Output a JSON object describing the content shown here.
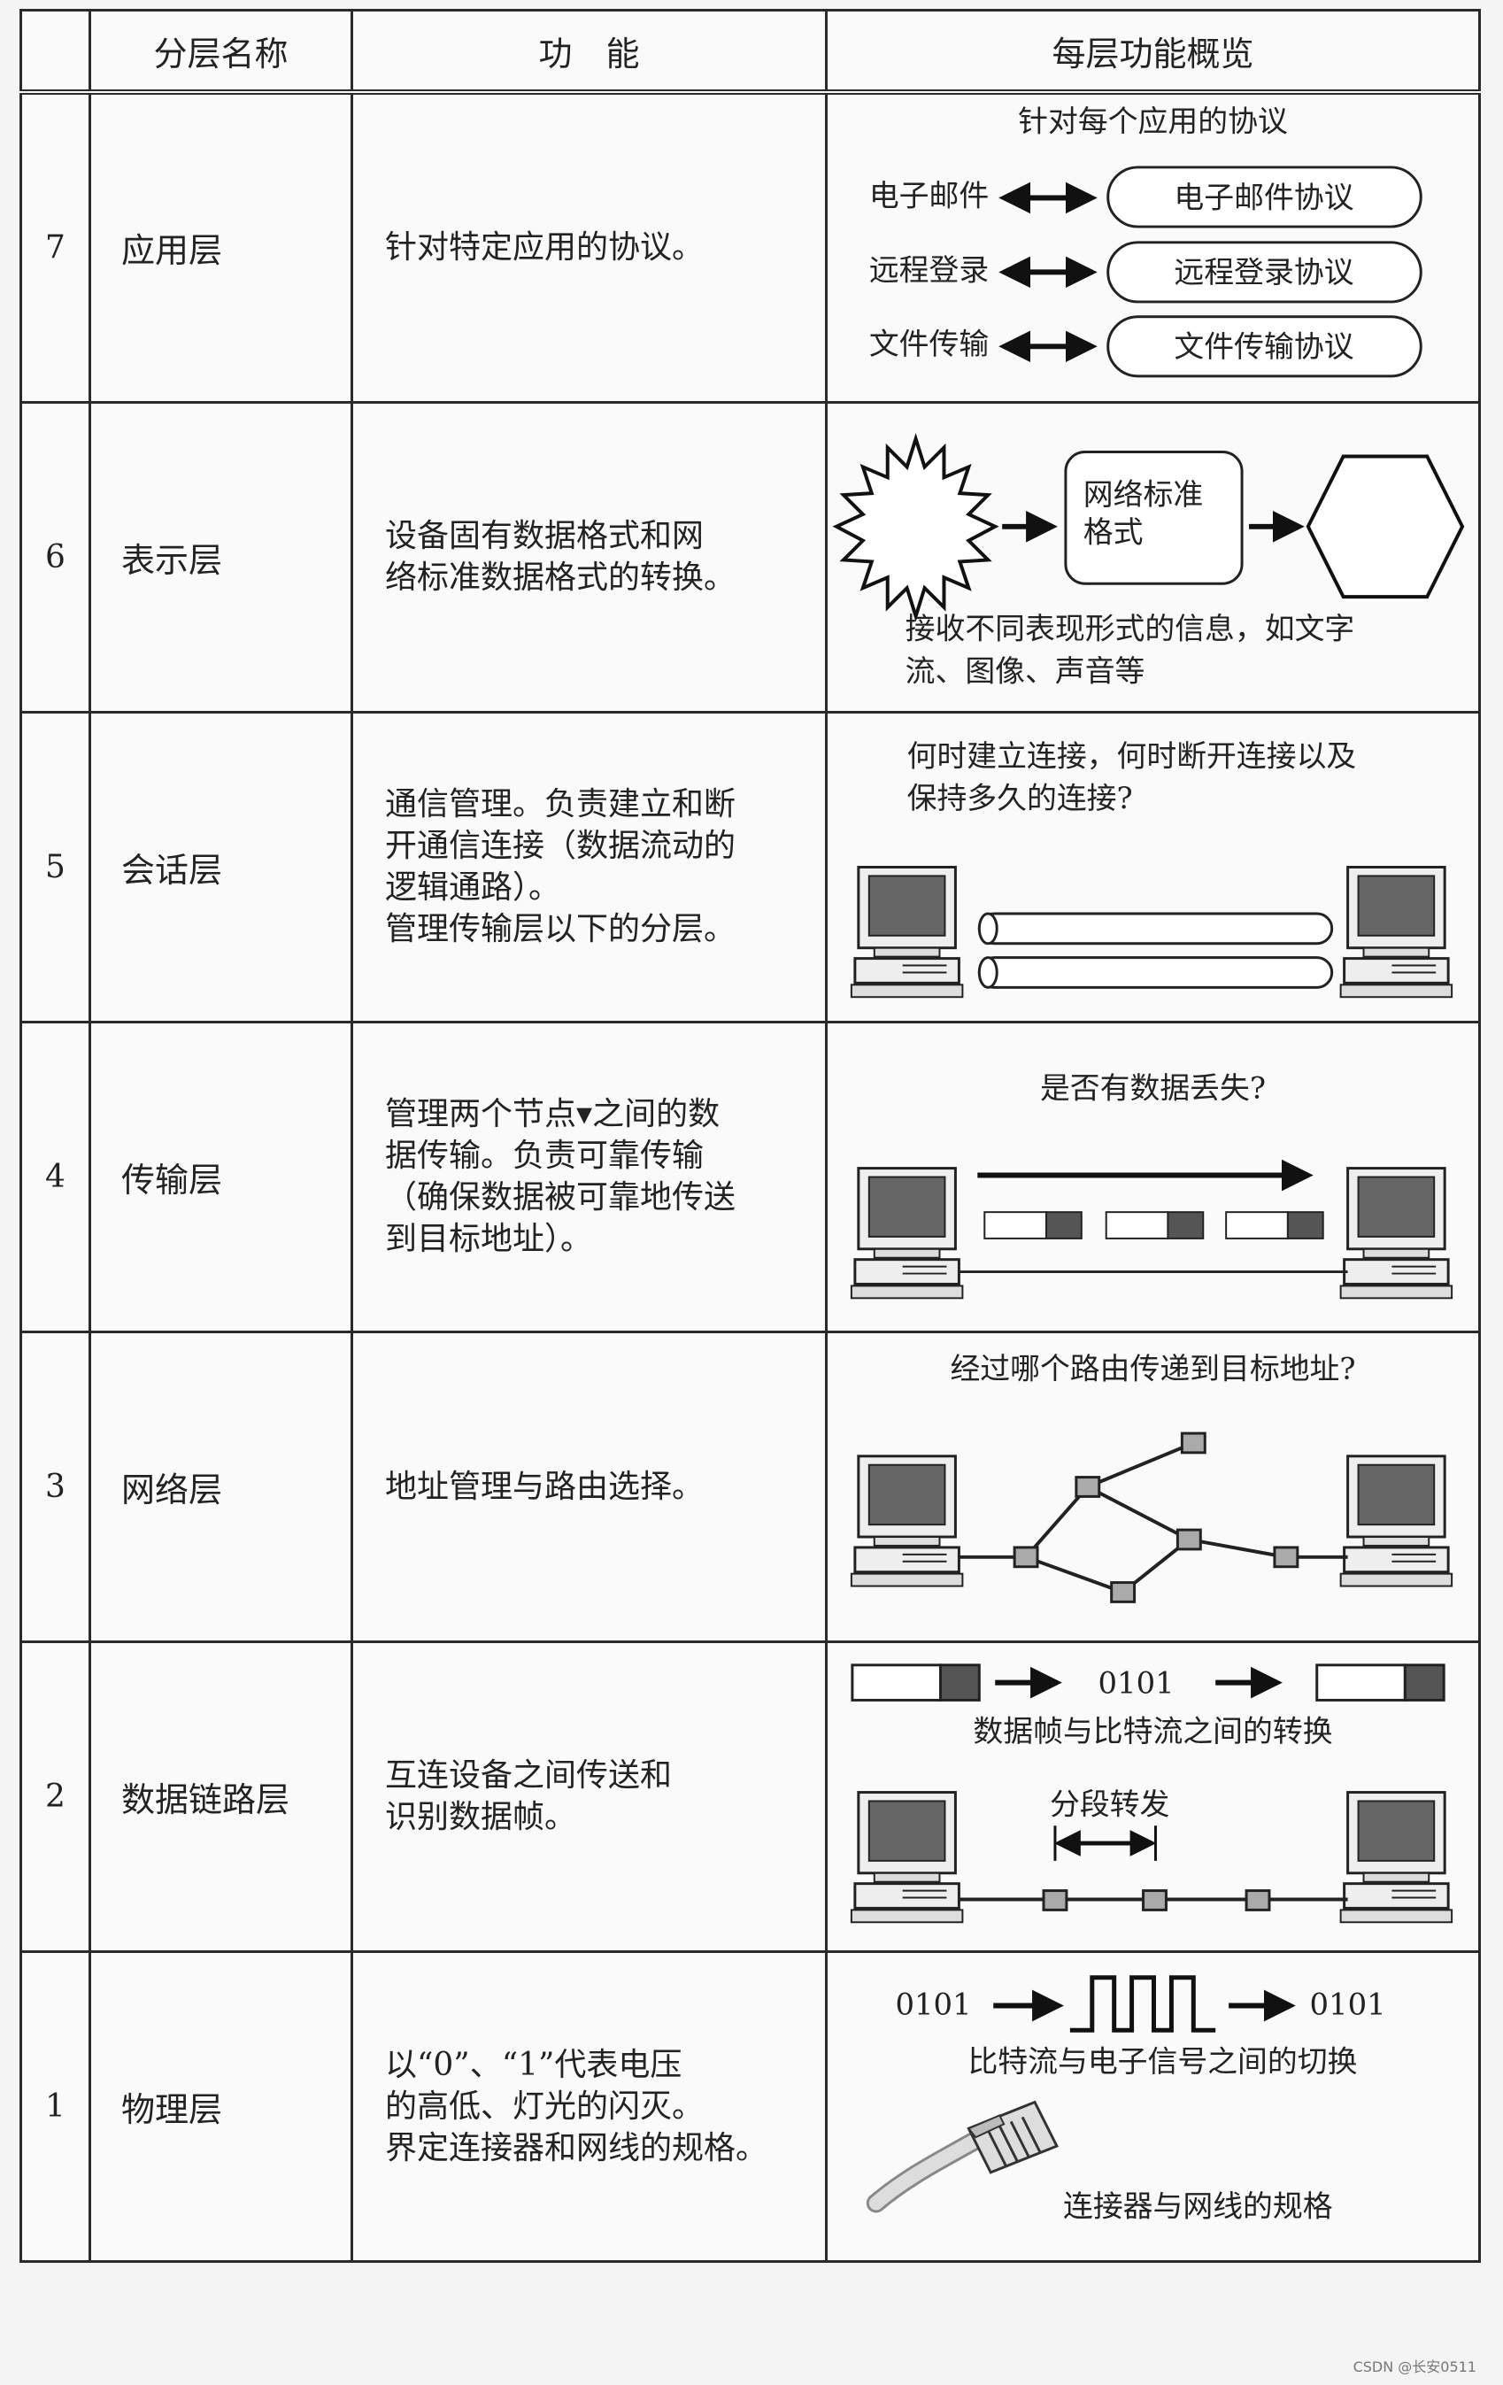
{
  "header": {
    "col_name": "分层名称",
    "col_func": "功　能",
    "col_overview": "每层功能概览"
  },
  "layers": [
    {
      "num": "7",
      "name": "应用层",
      "func": "针对特定应用的协议。",
      "overview": {
        "title": "针对每个应用的协议",
        "pairs": [
          {
            "left": "电子邮件",
            "right": "电子邮件协议"
          },
          {
            "left": "远程登录",
            "right": "远程登录协议"
          },
          {
            "left": "文件传输",
            "right": "文件传输协议"
          }
        ]
      }
    },
    {
      "num": "6",
      "name": "表示层",
      "func": "设备固有数据格式和网\n络标准数据格式的转换。",
      "overview": {
        "box_line1": "网络标准",
        "box_line2": "格式",
        "caption_line1": "接收不同表现形式的信息，如文字",
        "caption_line2": "流、图像、声音等"
      }
    },
    {
      "num": "5",
      "name": "会话层",
      "func": "通信管理。负责建立和断\n开通信连接（数据流动的\n逻辑通路）。\n管理传输层以下的分层。",
      "overview": {
        "caption_line1": "何时建立连接，何时断开连接以及",
        "caption_line2": "保持多久的连接?"
      }
    },
    {
      "num": "4",
      "name": "传输层",
      "func": "管理两个节点▾之间的数\n据传输。负责可靠传输\n（确保数据被可靠地传送\n到目标地址）。",
      "overview": {
        "caption": "是否有数据丢失?"
      }
    },
    {
      "num": "3",
      "name": "网络层",
      "func": "地址管理与路由选择。",
      "overview": {
        "caption": "经过哪个路由传递到目标地址?"
      }
    },
    {
      "num": "2",
      "name": "数据链路层",
      "func": "互连设备之间传送和\n识别数据帧。",
      "overview": {
        "bits": "0101",
        "caption": "数据帧与比特流之间的转换",
        "segment_label": "分段转发"
      }
    },
    {
      "num": "1",
      "name": "物理层",
      "func": "以“0”、“1”代表电压\n的高低、灯光的闪灭。\n界定连接器和网线的规格。",
      "overview": {
        "bits_in": "0101",
        "bits_out": "0101",
        "caption": "比特流与电子信号之间的切换",
        "connector_caption": "连接器与网线的规格"
      }
    }
  ],
  "footer": {
    "watermark": "CSDN @长安0511"
  }
}
